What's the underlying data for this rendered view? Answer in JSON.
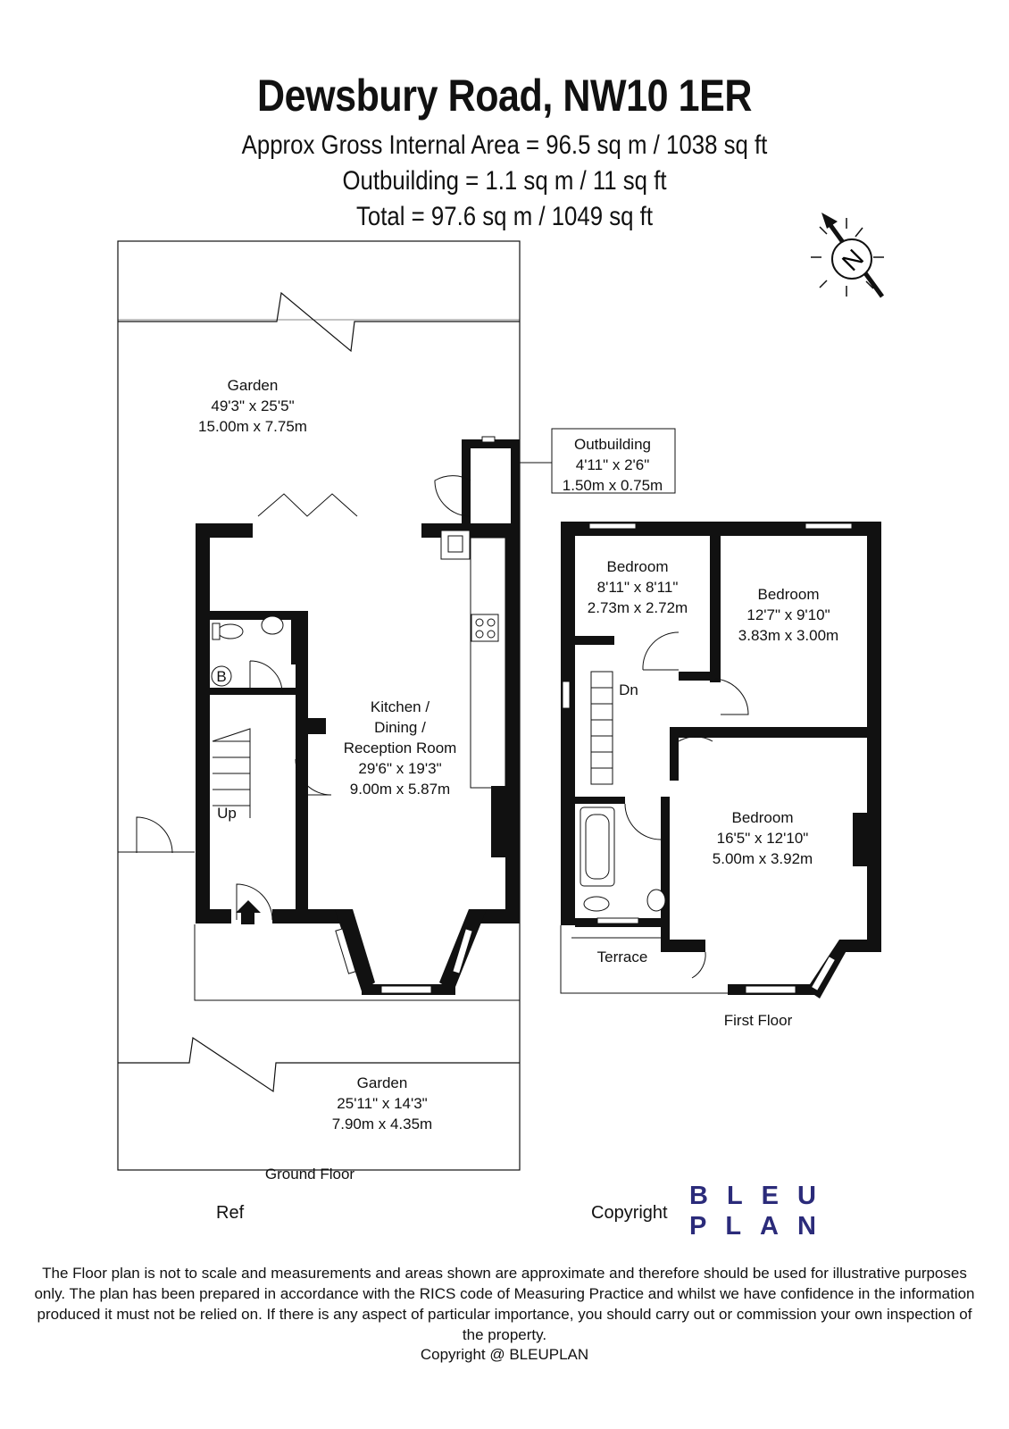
{
  "header": {
    "title": "Dewsbury Road, NW10 1ER",
    "gross_area": "Approx Gross Internal Area = 96.5 sq m / 1038 sq ft",
    "outbuilding_area": "Outbuilding = 1.1 sq m / 11 sq ft",
    "total_area": "Total = 97.6 sq m / 1049 sq ft"
  },
  "compass": {
    "letter": "N"
  },
  "ground_floor": {
    "label": "Ground Floor",
    "garden_rear": {
      "name": "Garden",
      "imperial": "49'3\" x 25'5\"",
      "metric": "15.00m x 7.75m"
    },
    "outbuilding": {
      "name": "Outbuilding",
      "imperial": "4'11\" x 2'6\"",
      "metric": "1.50m x 0.75m"
    },
    "kitchen": {
      "name1": "Kitchen /",
      "name2": "Dining /",
      "name3": "Reception Room",
      "imperial": "29'6\" x 19'3\"",
      "metric": "9.00m x 5.87m"
    },
    "boiler": "B",
    "stairs": "Up",
    "garden_front": {
      "name": "Garden",
      "imperial": "25'11\" x 14'3\"",
      "metric": "7.90m x 4.35m"
    }
  },
  "first_floor": {
    "label": "First Floor",
    "bedroom1": {
      "name": "Bedroom",
      "imperial": "8'11\" x 8'11\"",
      "metric": "2.73m x 2.72m"
    },
    "bedroom2": {
      "name": "Bedroom",
      "imperial": "12'7\" x 9'10\"",
      "metric": "3.83m x 3.00m"
    },
    "bedroom3": {
      "name": "Bedroom",
      "imperial": "16'5\" x 12'10\"",
      "metric": "5.00m x 3.92m"
    },
    "stairs": "Dn",
    "terrace": "Terrace"
  },
  "footer": {
    "ref": "Ref",
    "copyright_label": "Copyright",
    "logo_line1": "BLEU",
    "logo_line2": "PLAN",
    "logo_color": "#2b2b7a",
    "disclaimer": "The Floor plan is not to scale and measurements and areas shown are approximate and therefore should be used for illustrative purposes only. The plan has been prepared in accordance with the RICS code of Measuring Practice and whilst we have confidence in the information produced it must not be relied on. If there is any aspect of particular importance, you should carry out or commission your own inspection of the property.",
    "copyright_line": "Copyright @ BLEUPLAN"
  }
}
